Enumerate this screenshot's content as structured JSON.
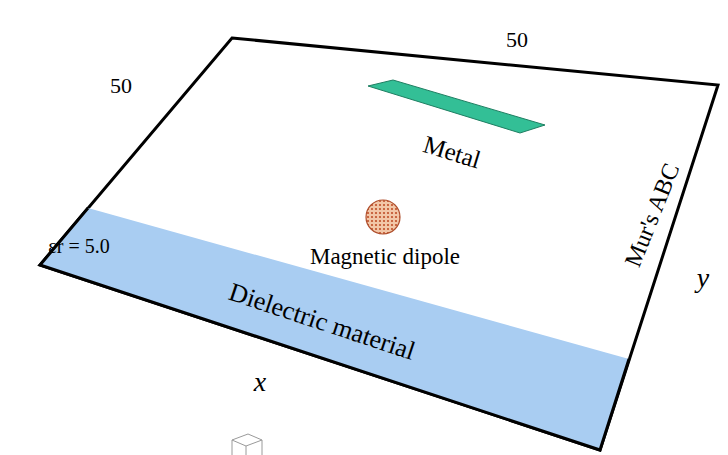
{
  "diagram": {
    "nodes": [
      {
        "text": [
          "Metal"
        ]
      },
      {
        "text": [
          "Magnetic dipole"
        ]
      },
      {
        "text": [
          "εr = 5.0",
          "Dielectric material"
        ]
      }
    ],
    "labels": [
      "50",
      "50",
      "Mur's ABC",
      "y",
      "x"
    ]
  }
}
